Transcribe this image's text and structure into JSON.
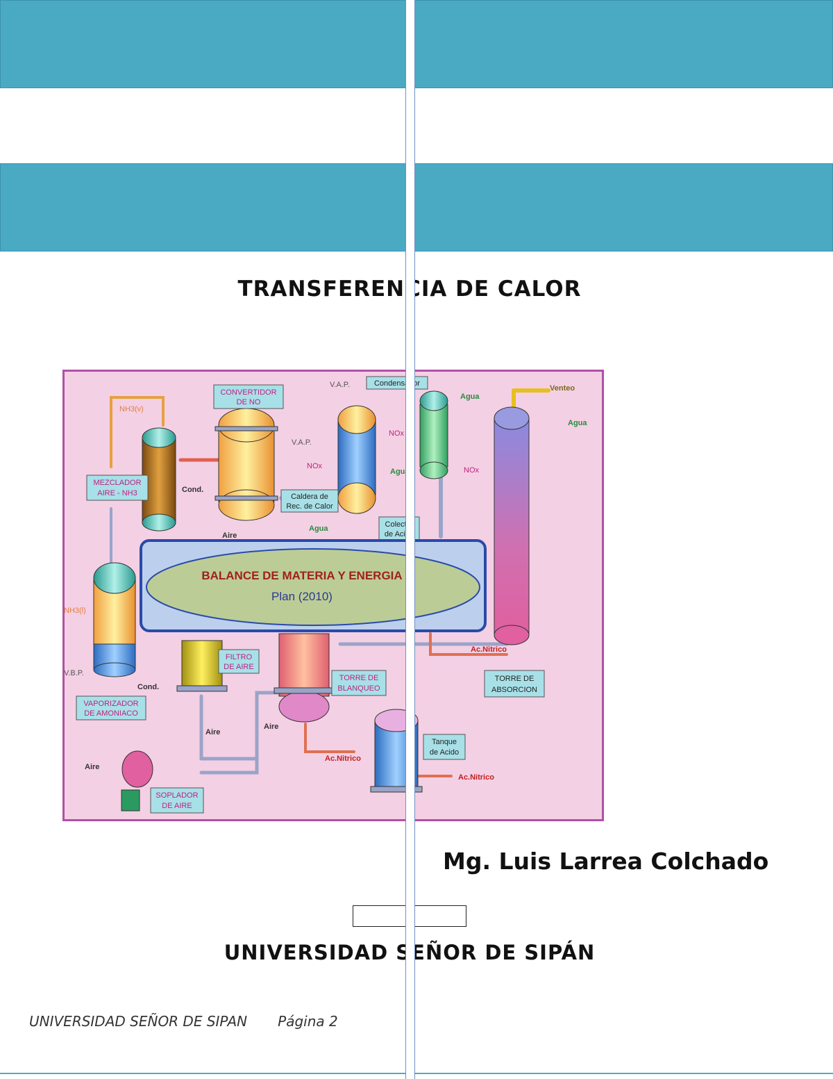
{
  "document": {
    "title": "TRANSFERENCIA DE CALOR",
    "author": "Mg. Luis Larrea Colchado",
    "university": "UNIVERSIDAD SEÑOR DE SIPÁN",
    "footer": {
      "text": "UNIVERSIDAD SEÑOR DE SIPAN",
      "page_label": "Página 2"
    }
  },
  "diagram": {
    "banner_title": "BALANCE DE MATERIA Y ENERGIA",
    "banner_subtitle": "Plan (2010)",
    "labels": {
      "convertidor_1": "CONVERTIDOR",
      "convertidor_2": "DE NO",
      "mezclador_1": "MEZCLADOR",
      "mezclador_2": "AIRE - NH3",
      "caldera_1": "Caldera de",
      "caldera_2": "Rec. de Calor",
      "condensador": "Condensador",
      "colector_1": "Colector",
      "colector_2": "de Acido",
      "filtro_1": "FILTRO",
      "filtro_2": "DE AIRE",
      "torre_blanqueo_1": "TORRE DE",
      "torre_blanqueo_2": "BLANQUEO",
      "torre_absorcion_1": "TORRE DE",
      "torre_absorcion_2": "ABSORCION",
      "vaporizador_1": "VAPORIZADOR",
      "vaporizador_2": "DE AMONIACO",
      "soplador_1": "SOPLADOR",
      "soplador_2": "DE AIRE",
      "tanque_1": "Tanque",
      "tanque_2": "de Acido",
      "nh3v": "NH3(v)",
      "nh3l": "NH3(l)",
      "vap_1": "V.A.P.",
      "vap_2": "V.A.P.",
      "vbp": "V.B.P.",
      "cond_1": "Cond.",
      "cond_2": "Cond.",
      "nox_1": "NOx",
      "nox_2": "NOx",
      "nox_3": "NOx",
      "agua_1": "Agua",
      "agua_2": "Agua",
      "agua_3": "Agua",
      "agua_4": "Agua",
      "venteo": "Venteo",
      "aire_1": "Aire",
      "aire_2": "Aire",
      "aire_3": "Aire",
      "aire_4": "Aire",
      "acnitrico_1": "Ac.Nitrico",
      "acnitrico_2": "Ac.Nitrico",
      "acnitrico_3": "Ac.Nitrico"
    }
  }
}
